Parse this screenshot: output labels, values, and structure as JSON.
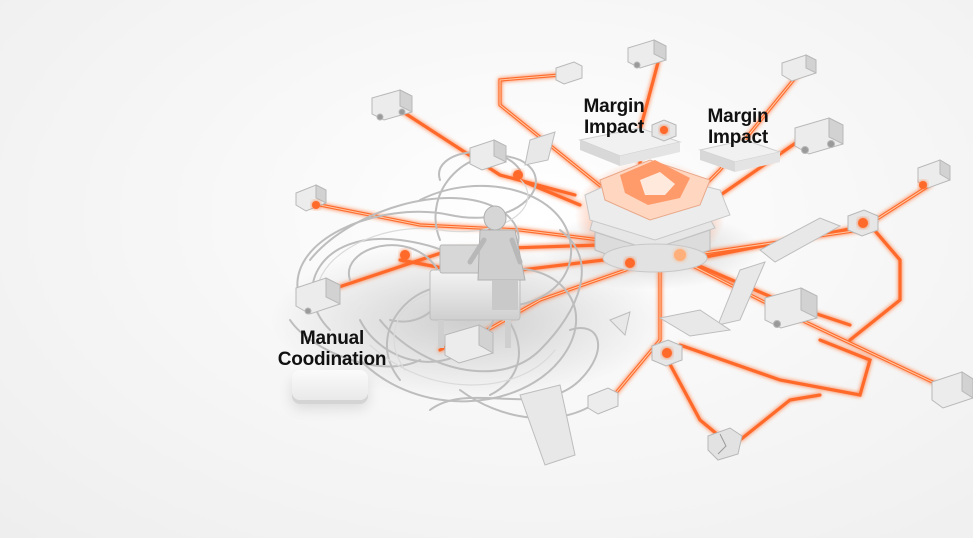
{
  "labels": {
    "margin_impact_left": {
      "line1": "Margin",
      "line2": "Impact"
    },
    "margin_impact_right": {
      "line1": "Margin",
      "line2": "Impact"
    },
    "manual_coordination": {
      "line1": "Manual",
      "line2": "Coodination"
    }
  },
  "colors": {
    "background": "#f6f6f6",
    "wire_glow": "#ff6a2b",
    "wire_core": "#ffb07a",
    "tangled_cable": "#c9c9c9",
    "object_white": "#e6e6e6",
    "text": "#111111"
  },
  "icons": [
    "delivery-truck-icon",
    "paper-stack-icon",
    "worker-at-desk-icon",
    "connector-hub-icon",
    "pedestal-icon"
  ]
}
